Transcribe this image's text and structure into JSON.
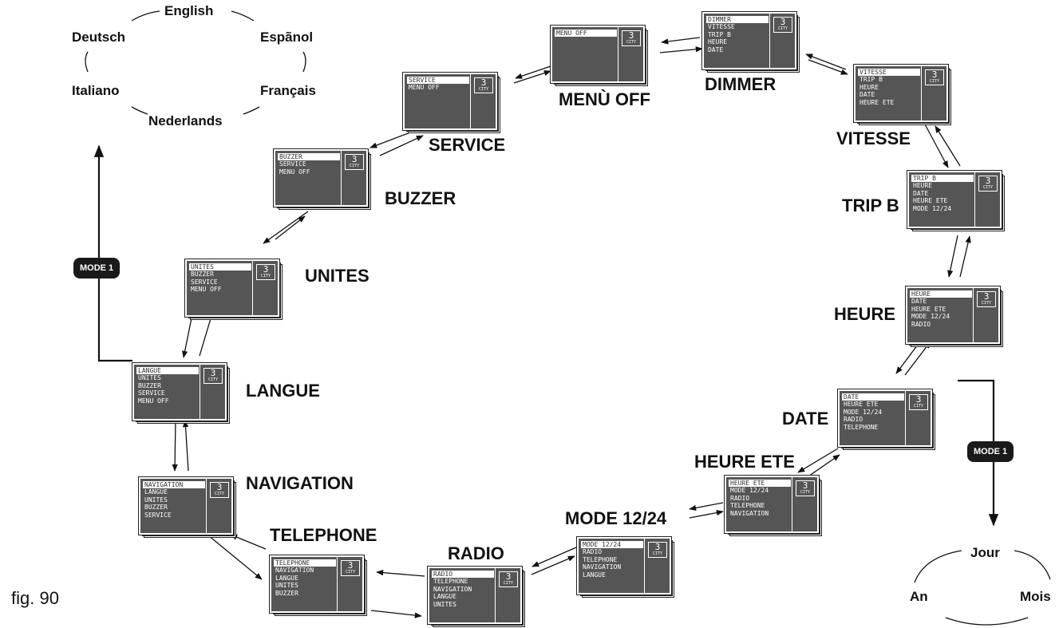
{
  "languages": [
    "English",
    "Deutsch",
    "Espãnol",
    "Italiano",
    "Français",
    "Nederlands"
  ],
  "date_cycle": [
    "Jour",
    "An",
    "Mois"
  ],
  "mode_button": "MODE 1",
  "figure_label": "fig. 90",
  "gear": {
    "number": "3",
    "mode": "CITY"
  },
  "screens": [
    {
      "id": "langue",
      "label": "LANGUE",
      "items": [
        "LANGUE",
        "UNITES",
        "BUZZER",
        "SERVICE",
        "MENU OFF"
      ]
    },
    {
      "id": "unites",
      "label": "UNITES",
      "items": [
        "UNITES",
        "BUZZER",
        "SERVICE",
        "MENU OFF"
      ]
    },
    {
      "id": "buzzer",
      "label": "BUZZER",
      "items": [
        "BUZZER",
        "SERVICE",
        "MENU OFF"
      ]
    },
    {
      "id": "service",
      "label": "SERVICE",
      "items": [
        "SERVICE",
        "MENU OFF"
      ]
    },
    {
      "id": "menuoff",
      "label": "MENÙ OFF",
      "items": [
        "MENU OFF"
      ]
    },
    {
      "id": "dimmer",
      "label": "DIMMER",
      "items": [
        "DIMMER",
        "VITESSE",
        "TRIP B",
        "HEURE",
        "DATE"
      ]
    },
    {
      "id": "vitesse",
      "label": "VITESSE",
      "items": [
        "VITESSE",
        "TRIP B",
        "HEURE",
        "DATE",
        "HEURE ETE"
      ]
    },
    {
      "id": "tripb",
      "label": "TRIP B",
      "items": [
        "TRIP B",
        "HEURE",
        "DATE",
        "HEURE ETE",
        "MODE 12/24"
      ]
    },
    {
      "id": "heure",
      "label": "HEURE",
      "items": [
        "HEURE",
        "DATE",
        "HEURE ETE",
        "MODE 12/24",
        "RADIO"
      ]
    },
    {
      "id": "date",
      "label": "DATE",
      "items": [
        "DATE",
        "HEURE ETE",
        "MODE 12/24",
        "RADIO",
        "TELEPHONE"
      ]
    },
    {
      "id": "heureete",
      "label": "HEURE ETE",
      "items": [
        "HEURE ETE",
        "MODE 12/24",
        "RADIO",
        "TELEPHONE",
        "NAVIGATION"
      ]
    },
    {
      "id": "mode1224",
      "label": "MODE 12/24",
      "items": [
        "MODE 12/24",
        "RADIO",
        "TELEPHONE",
        "NAVIGATION",
        "LANGUE"
      ]
    },
    {
      "id": "radio",
      "label": "RADIO",
      "items": [
        "RADIO",
        "TELEPHONE",
        "NAVIGATION",
        "LANGUE",
        "UNITES"
      ]
    },
    {
      "id": "telephone",
      "label": "TELEPHONE",
      "items": [
        "TELEPHONE",
        "NAVIGATION",
        "LANGUE",
        "UNITES",
        "BUZZER"
      ]
    },
    {
      "id": "navigation",
      "label": "NAVIGATION",
      "items": [
        "NAVIGATION",
        "LANGUE",
        "UNITES",
        "BUZZER",
        "SERVICE"
      ]
    }
  ]
}
